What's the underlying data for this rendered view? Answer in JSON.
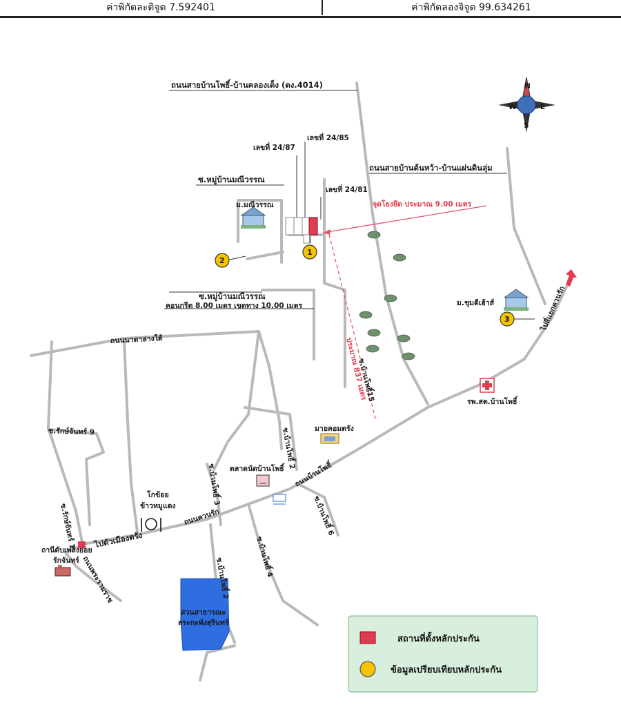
{
  "header": {
    "latitude": "ค่าพิกัดละติจูด 7.592401",
    "longitude": "ค่าพิกัดลองจิจูด 99.634261"
  },
  "compass": {
    "n": "N",
    "s": "S",
    "e": "E",
    "w": "W"
  },
  "labels": {
    "road_top": "ถนนสายบ้านโพธิ์-บ้านคลองเต็ง (ตง.4014)",
    "road_right": "ถนนสายบ้านต้นหว้า-บ้านแผ่นดินลุ่ม",
    "plot_8724": "เลขที่ 24/87",
    "plot_8524": "เลขที่ 24/85",
    "plot_8124": "เลขที่ 24/81",
    "soi_manee_top": "ซ.หมู่บ้านมณีวรรณ",
    "village_manee": "ม.มณีวรรณ",
    "distance_east": "จุดโยงยึด ประมาณ 9.00 เมตร",
    "soi_manee_main": "ซ.หมู่บ้านมณีวรรณ",
    "concrete": "คอนกรีต 8.00 เมตร เขตทาง 10.00 เมตร",
    "village_chumdee": "ม.ชุมดีเฮ้าส์",
    "to_ban_kuanrak": "ไปสี่แยกควนรัก",
    "road_natalang": "ถนนนาตาล่างใต้",
    "soi_banpho15": "ซ.บ้านโพธิ์15",
    "distance_south": "ประมาณ 837 เมตร",
    "hospital": "รพ.สต.บ้านโพธิ์",
    "mycom": "มายคอมตรัง",
    "soi_rakchan9": "ซ.รักษ์จันทร์ 9",
    "market": "ตลาดนัดบ้านโพธิ์",
    "road_banpho": "ถนนบ้านโพธิ์",
    "soi_banpho_a": "ซ.บ้านโพธิ์ 2",
    "soi_banpho_b": "ซ.บ้านโพธิ์ 3",
    "soi_banpho6": "ซ.บ้านโพธิ์ 6",
    "road_kuanrak": "ถนนควนรัก",
    "khotoy_1": "โกข้อย",
    "khotoy_2": "ข้าวหมูแดง",
    "to_city": "ไปตัวเมืองตรัง",
    "soi_rakchan1": "ซ.รักษ์จันทร์ 1",
    "fire_1": "ถานีดับเพลิงย่อย",
    "fire_2": "รักจันทร์",
    "road_rama": "ถนนพระรามราช",
    "soi_banpho4": "ซ.บ้านโพธิ์ 4",
    "soi_banpho2": "ซ.บ้านโพธิ์ 2",
    "park_1": "สวนสาธารณะ",
    "park_2": "สระกะพังสุรินทร์"
  },
  "markers": {
    "m1": "1",
    "m2": "2",
    "m3": "3"
  },
  "legend": {
    "collateral": "สถานที่ตั้งหลักประกัน",
    "comparison": "ข้อมูลเปรียบเทียบหลักประกัน"
  },
  "colors": {
    "road": "#b9b9b9",
    "marker": "#f4c400",
    "collateral": "#e23c52",
    "park": "#2f6ee0",
    "legend_bg": "#d9efdd",
    "pointer": "#e8506a"
  }
}
